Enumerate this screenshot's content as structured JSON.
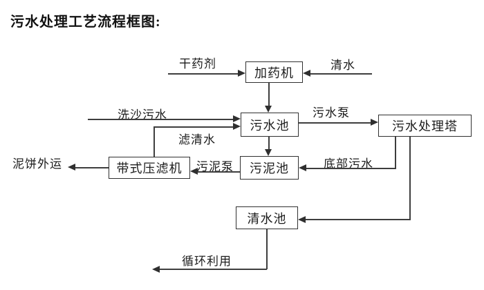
{
  "title": "污水处理工艺流程框图:",
  "diagram": {
    "nodes": {
      "dosing_machine": "加药机",
      "sewage_pool": "污水池",
      "treatment_tower": "污水处理塔",
      "belt_filter_press": "带式压滤机",
      "sludge_pool": "污泥池",
      "clean_water_pool": "清水池"
    },
    "flow_labels": {
      "dry_agent": "干药剂",
      "clean_water": "清水",
      "sand_washing_sewage": "洗沙污水",
      "filtered_water": "滤清水",
      "sewage_pump": "污水泵",
      "sludge_pump": "污泥泵",
      "bottom_sewage": "底部污水",
      "mud_cake_out": "泥饼外运",
      "recycle": "循环利用"
    },
    "colors": {
      "background": "#ffffff",
      "line": "#3d3d3d",
      "box_border": "#2f2f2f",
      "text": "#1c1c1c"
    }
  }
}
